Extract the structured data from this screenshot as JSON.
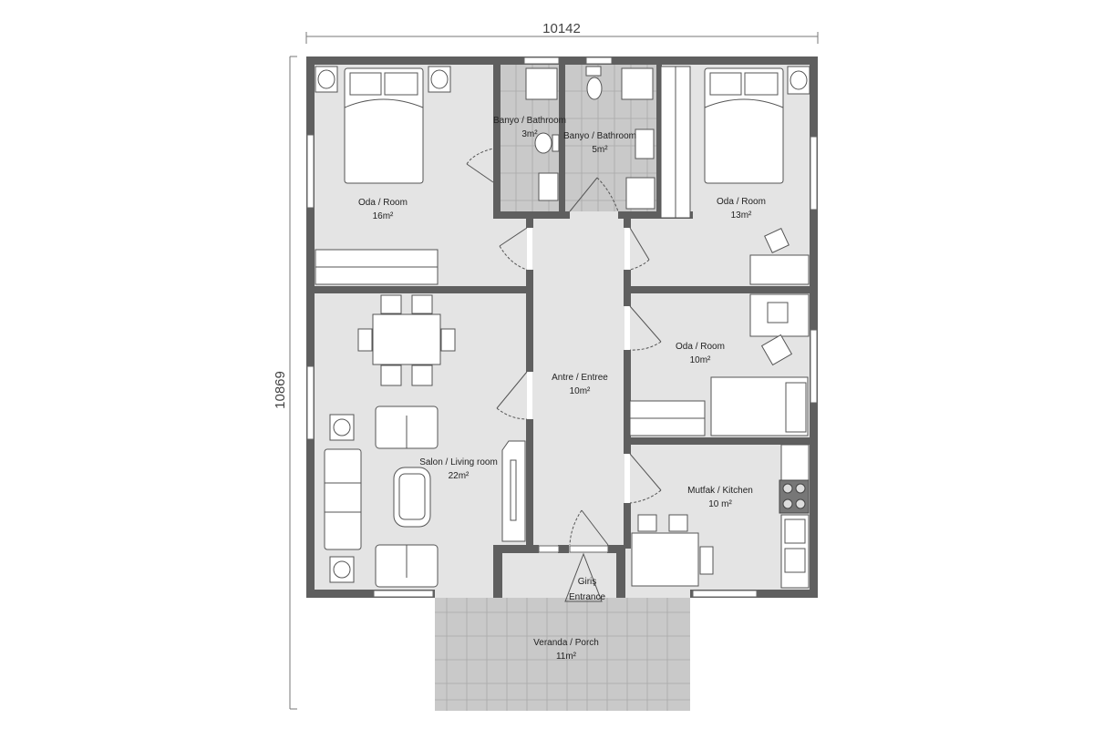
{
  "plan": {
    "dimensions": {
      "width": "10142",
      "height": "10869"
    },
    "rooms": [
      {
        "id": "room-16",
        "name": "Oda / Room",
        "area": "16m²"
      },
      {
        "id": "bath-3",
        "name": "Banyo / Bathroom",
        "area": "3m²"
      },
      {
        "id": "bath-5",
        "name": "Banyo / Bathroom",
        "area": "5m²"
      },
      {
        "id": "room-13",
        "name": "Oda / Room",
        "area": "13m²"
      },
      {
        "id": "room-10",
        "name": "Oda / Room",
        "area": "10m²"
      },
      {
        "id": "entree",
        "name": "Antre / Entree",
        "area": "10m²"
      },
      {
        "id": "living",
        "name": "Salon / Living room",
        "area": "22m²"
      },
      {
        "id": "kitchen",
        "name": "Mutfak / Kitchen",
        "area": "10 m²"
      },
      {
        "id": "porch",
        "name": "Veranda / Porch",
        "area": "11m²"
      }
    ],
    "entrance": {
      "line1": "Giriş",
      "line2": "Entrance"
    },
    "colors": {
      "wall": "#5f5f5f",
      "floor": "#e4e4e4",
      "tile": "#c9c9c9",
      "furniture": "#ffffff"
    }
  }
}
